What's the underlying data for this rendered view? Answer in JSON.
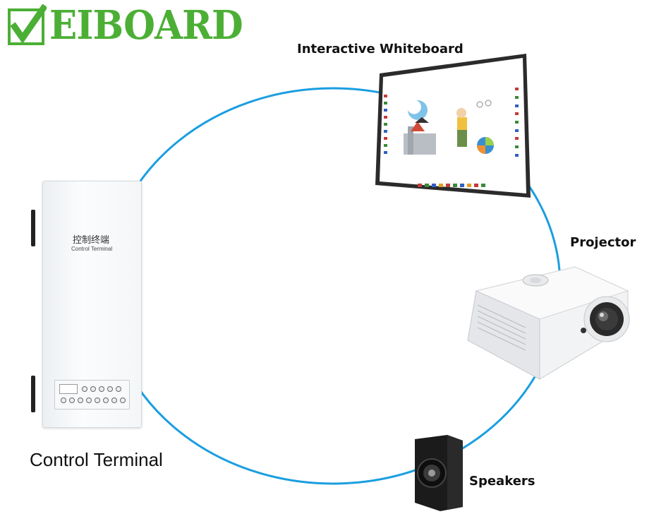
{
  "logo": {
    "text": "EIBOARD",
    "check_icon": "checkmark-icon",
    "color": "#4caf35"
  },
  "labels": {
    "whiteboard": "Interactive Whiteboard",
    "projector": "Projector",
    "speakers": "Speakers",
    "control_terminal": "Control Terminal"
  },
  "terminal_device": {
    "title_zh": "控制终端",
    "title_en": "Control Terminal"
  },
  "colors": {
    "connection_ring": "#1a9ee0",
    "logo_green": "#4caf35"
  }
}
